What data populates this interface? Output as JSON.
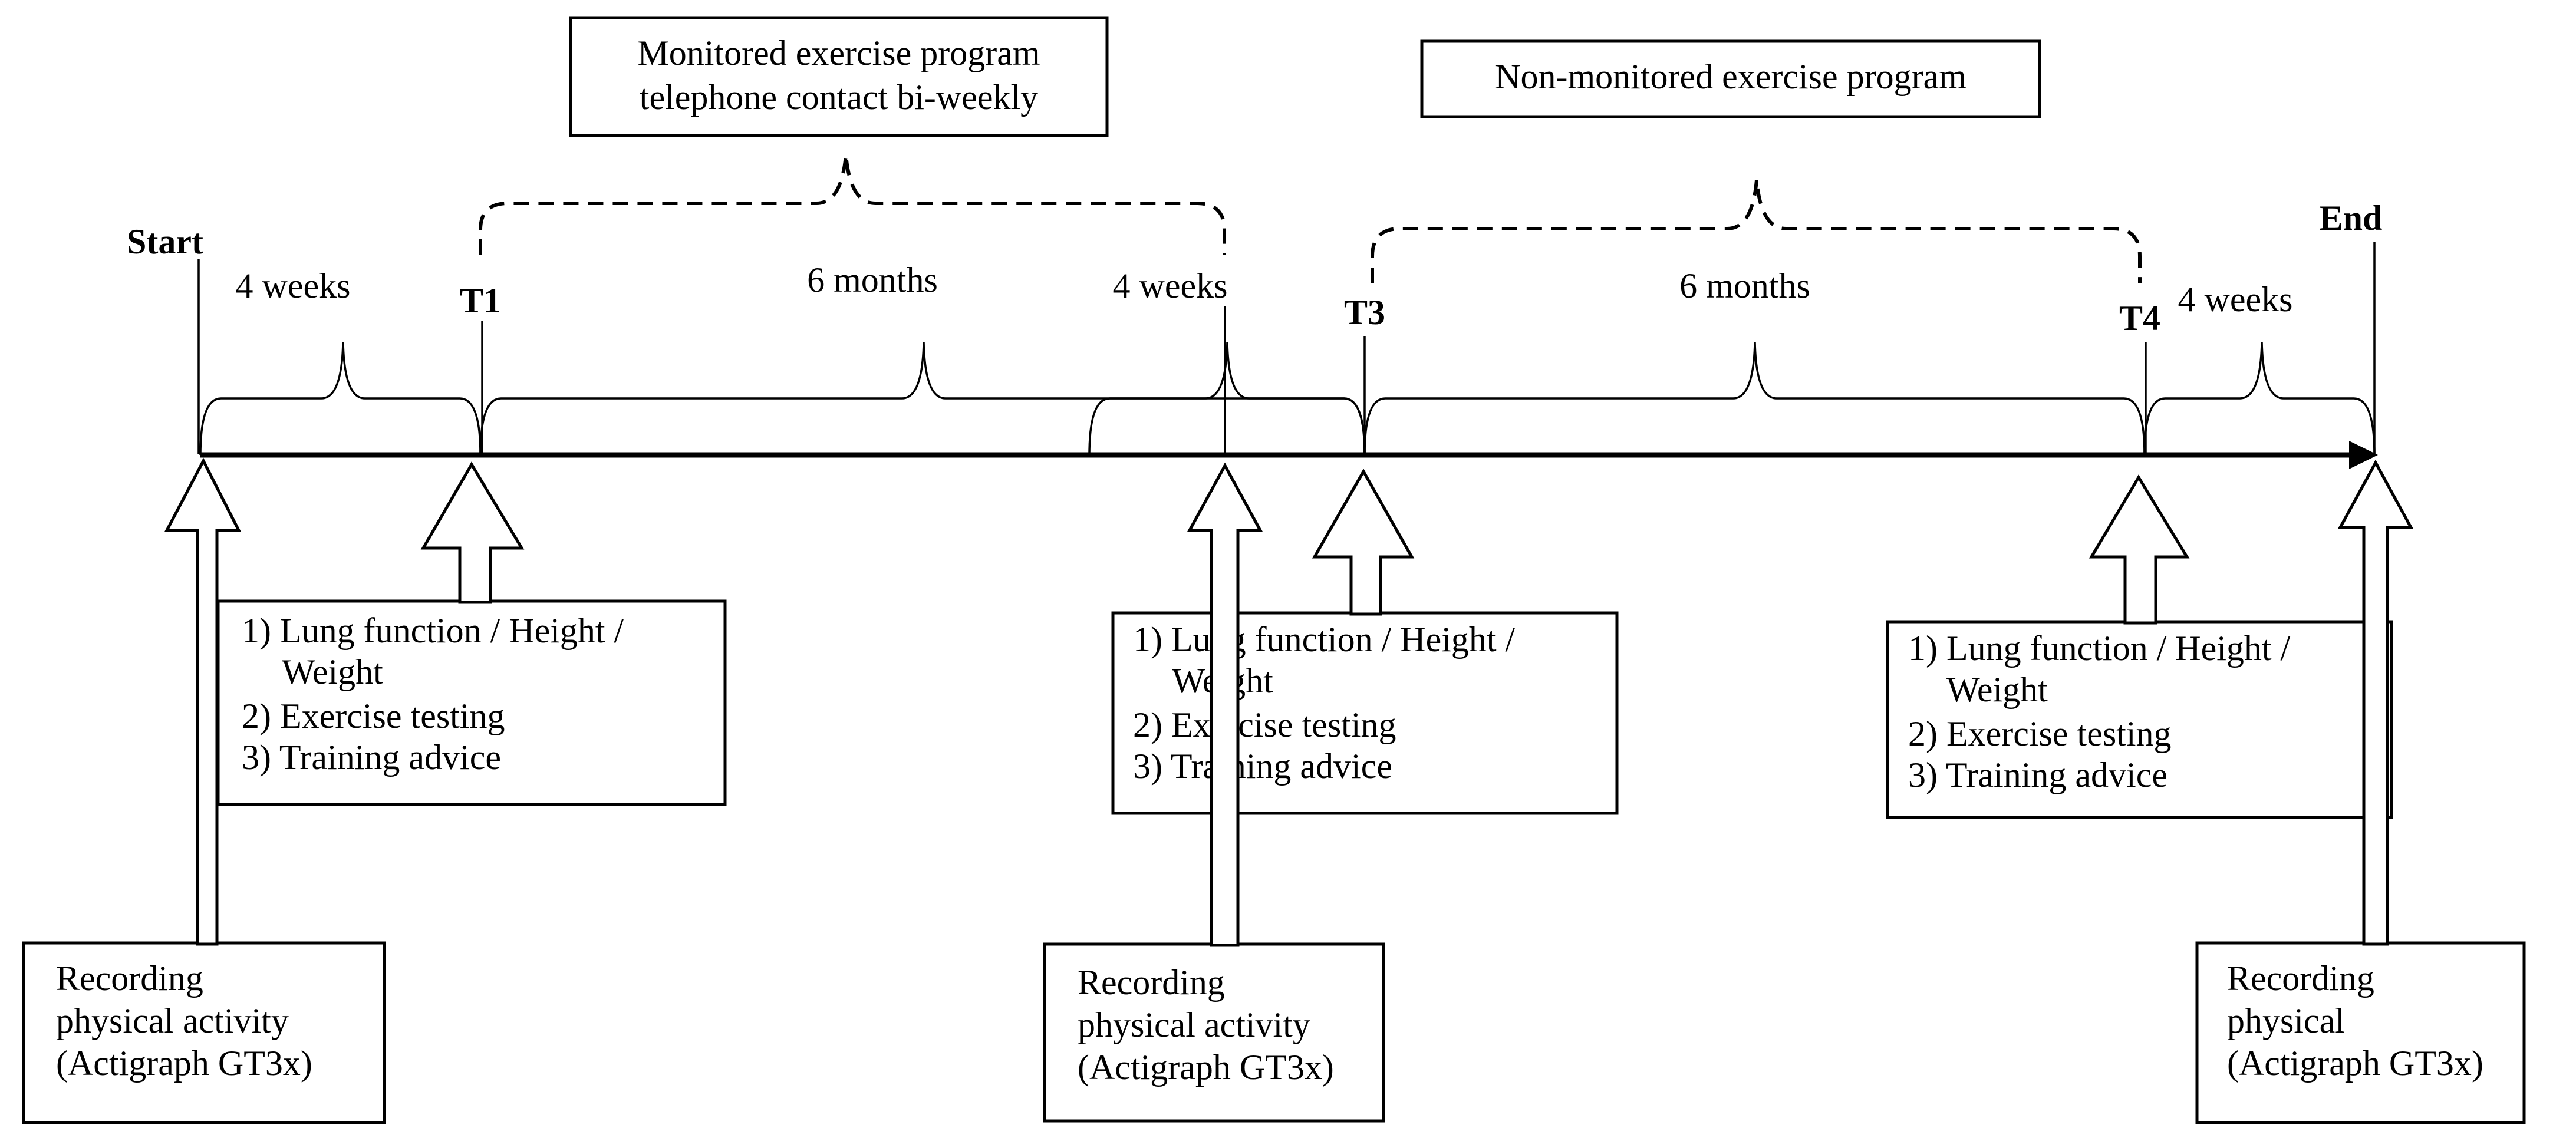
{
  "top_boxes": {
    "monitored": [
      "Monitored exercise program",
      "telephone contact bi-weekly"
    ],
    "non_monitored": "Non-monitored exercise program"
  },
  "timepoints": {
    "start": "Start",
    "t1": "T1",
    "t3": "T3",
    "t4": "T4",
    "end": "End"
  },
  "durations": {
    "start_to_t1": "4 weeks",
    "t1_to_t3": "6 months",
    "before_t3": "4 weeks",
    "t3_to_t4": "6 months",
    "t4_to_end": "4 weeks"
  },
  "assessments": {
    "t1": [
      "1) Lung function / Height /",
      "Weight",
      "2) Exercise testing",
      "3) Training advice"
    ],
    "t3": [
      "1) Lung function / Height /",
      "Weight",
      "2) Exercise testing",
      "3) Training advice"
    ],
    "t4": [
      "1) Lung function / Height /",
      "Weight",
      "2) Exercise testing",
      "3) Training advice"
    ]
  },
  "recordings": {
    "start": [
      "Recording",
      "physical activity",
      "(Actigraph GT3x)"
    ],
    "middle": [
      "Recording",
      "physical activity",
      "(Actigraph GT3x)"
    ],
    "end": [
      "Recording",
      "physical",
      "(Actigraph GT3x)"
    ]
  }
}
